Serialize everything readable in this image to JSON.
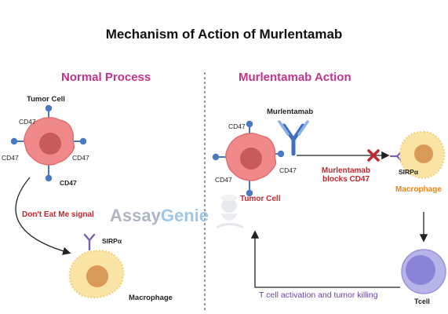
{
  "title": "Mechanism of Action of Murlentamab",
  "left": {
    "heading": "Normal Process",
    "tumor_cell_label": "Tumor Cell",
    "cd47_labels": [
      "CD47",
      "CD47",
      "CD47",
      "CD47"
    ],
    "signal_label": "Don't Eat Me signal",
    "sirpa_label": "SIRPα",
    "macrophage_label": "Macrophage"
  },
  "right": {
    "heading": "Murlentamab Action",
    "antibody_label": "Murlentamab",
    "cd47_labels": [
      "CD47",
      "CD47",
      "CD47"
    ],
    "tumor_cell_label": "Tumor Cell",
    "block_label_line1": "Murlentamab",
    "block_label_line2": "blocks CD47",
    "sirpa_label": "SIRPα",
    "macrophage_label": "Macrophage",
    "tcell_label": "Tcell",
    "activation_label": "T cell activation and tumor killing"
  },
  "watermark": {
    "part1": "Assay",
    "part2": "Genie"
  },
  "colors": {
    "heading": "#c2338f",
    "tumor_cell": "#f08a8a",
    "tumor_nucleus": "#c85a5a",
    "macrophage": "#fbe5a6",
    "macrophage_nucleus": "#d99a57",
    "cd47_receptor": "#4a78c4",
    "sirpa_receptor": "#7b5fb0",
    "tcell": "#b7b4ea",
    "block_x": "#c0282d"
  }
}
